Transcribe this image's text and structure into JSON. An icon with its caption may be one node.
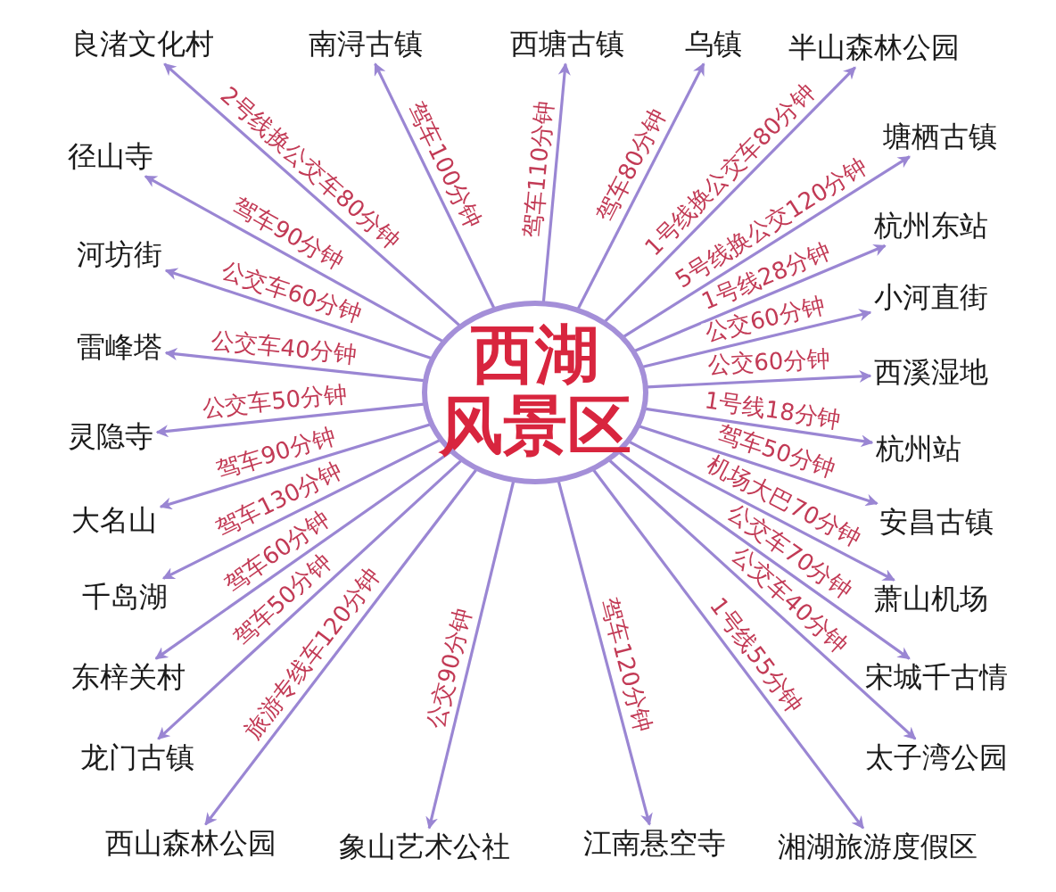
{
  "diagram": {
    "nodes": [
      {
        "text": [
          "西湖风景区"
        ]
      },
      {
        "text": [
          "良渚文化村"
        ]
      },
      {
        "text": [
          "南浔古镇"
        ]
      },
      {
        "text": [
          "西塘古镇"
        ]
      },
      {
        "text": [
          "乌镇"
        ]
      },
      {
        "text": [
          "半山森林公园"
        ]
      },
      {
        "text": [
          "径山寺"
        ]
      },
      {
        "text": [
          "塘栖古镇"
        ]
      },
      {
        "text": [
          "河坊街"
        ]
      },
      {
        "text": [
          "杭州东站"
        ]
      },
      {
        "text": [
          "雷峰塔"
        ]
      },
      {
        "text": [
          "小河直街"
        ]
      },
      {
        "text": [
          "灵隐寺"
        ]
      },
      {
        "text": [
          "西溪湿地"
        ]
      },
      {
        "text": [
          "杭州站"
        ]
      },
      {
        "text": [
          "大名山"
        ]
      },
      {
        "text": [
          "安昌古镇"
        ]
      },
      {
        "text": [
          "千岛湖"
        ]
      },
      {
        "text": [
          "萧山机场"
        ]
      },
      {
        "text": [
          "东梓关村"
        ]
      },
      {
        "text": [
          "宋城千古情"
        ]
      },
      {
        "text": [
          "龙门古镇"
        ]
      },
      {
        "text": [
          "太子湾公园"
        ]
      },
      {
        "text": [
          "西山森林公园"
        ]
      },
      {
        "text": [
          "象山艺术公社"
        ]
      },
      {
        "text": [
          "江南悬空寺"
        ]
      },
      {
        "text": [
          "湘湖旅游度假区"
        ]
      }
    ],
    "edges": [
      {
        "from": 0,
        "to": 1,
        "arrow": "to",
        "label": "2号线换公交车80分钟"
      },
      {
        "from": 0,
        "to": 2,
        "arrow": "to",
        "label": "驾车100分钟"
      },
      {
        "from": 0,
        "to": 3,
        "arrow": "to",
        "label": "驾车110分钟"
      },
      {
        "from": 0,
        "to": 4,
        "arrow": "to",
        "label": "驾车80分钟"
      },
      {
        "from": 0,
        "to": 5,
        "arrow": "to",
        "label": "1号线换公交车80分钟"
      },
      {
        "from": 0,
        "to": 6,
        "arrow": "to",
        "label": "驾车90分钟"
      },
      {
        "from": 0,
        "to": 7,
        "arrow": "to",
        "label": "5号线换公交120分钟"
      },
      {
        "from": 0,
        "to": 8,
        "arrow": "to",
        "label": "公交车60分钟"
      },
      {
        "from": 0,
        "to": 9,
        "arrow": "to",
        "label": "1号线28分钟"
      },
      {
        "from": 0,
        "to": 10,
        "arrow": "to",
        "label": "公交车40分钟"
      },
      {
        "from": 0,
        "to": 11,
        "arrow": "to",
        "label": "公交60分钟"
      },
      {
        "from": 0,
        "to": 12,
        "arrow": "to",
        "label": "公交车50分钟"
      },
      {
        "from": 0,
        "to": 13,
        "arrow": "to",
        "label": "公交60分钟"
      },
      {
        "from": 0,
        "to": 14,
        "arrow": "to",
        "label": "1号线18分钟"
      },
      {
        "from": 0,
        "to": 15,
        "arrow": "to",
        "label": "驾车90分钟"
      },
      {
        "from": 0,
        "to": 16,
        "arrow": "to",
        "label": "驾车50分钟"
      },
      {
        "from": 0,
        "to": 17,
        "arrow": "to",
        "label": "驾车130分钟"
      },
      {
        "from": 0,
        "to": 18,
        "arrow": "to",
        "label": "机场大巴70分钟"
      },
      {
        "from": 0,
        "to": 19,
        "arrow": "to",
        "label": "驾车60分钟"
      },
      {
        "from": 0,
        "to": 20,
        "arrow": "to",
        "label": "公交车70分钟"
      },
      {
        "from": 0,
        "to": 21,
        "arrow": "to",
        "label": "驾车50分钟"
      },
      {
        "from": 0,
        "to": 22,
        "arrow": "to",
        "label": "公交车40分钟"
      },
      {
        "from": 0,
        "to": 23,
        "arrow": "to",
        "label": "旅游专线车120分钟"
      },
      {
        "from": 0,
        "to": 24,
        "arrow": "to",
        "label": "公交90分钟"
      },
      {
        "from": 0,
        "to": 25,
        "arrow": "to",
        "label": "驾车120分钟"
      },
      {
        "from": 0,
        "to": 26,
        "arrow": "to",
        "label": "1号线55分钟"
      }
    ]
  }
}
